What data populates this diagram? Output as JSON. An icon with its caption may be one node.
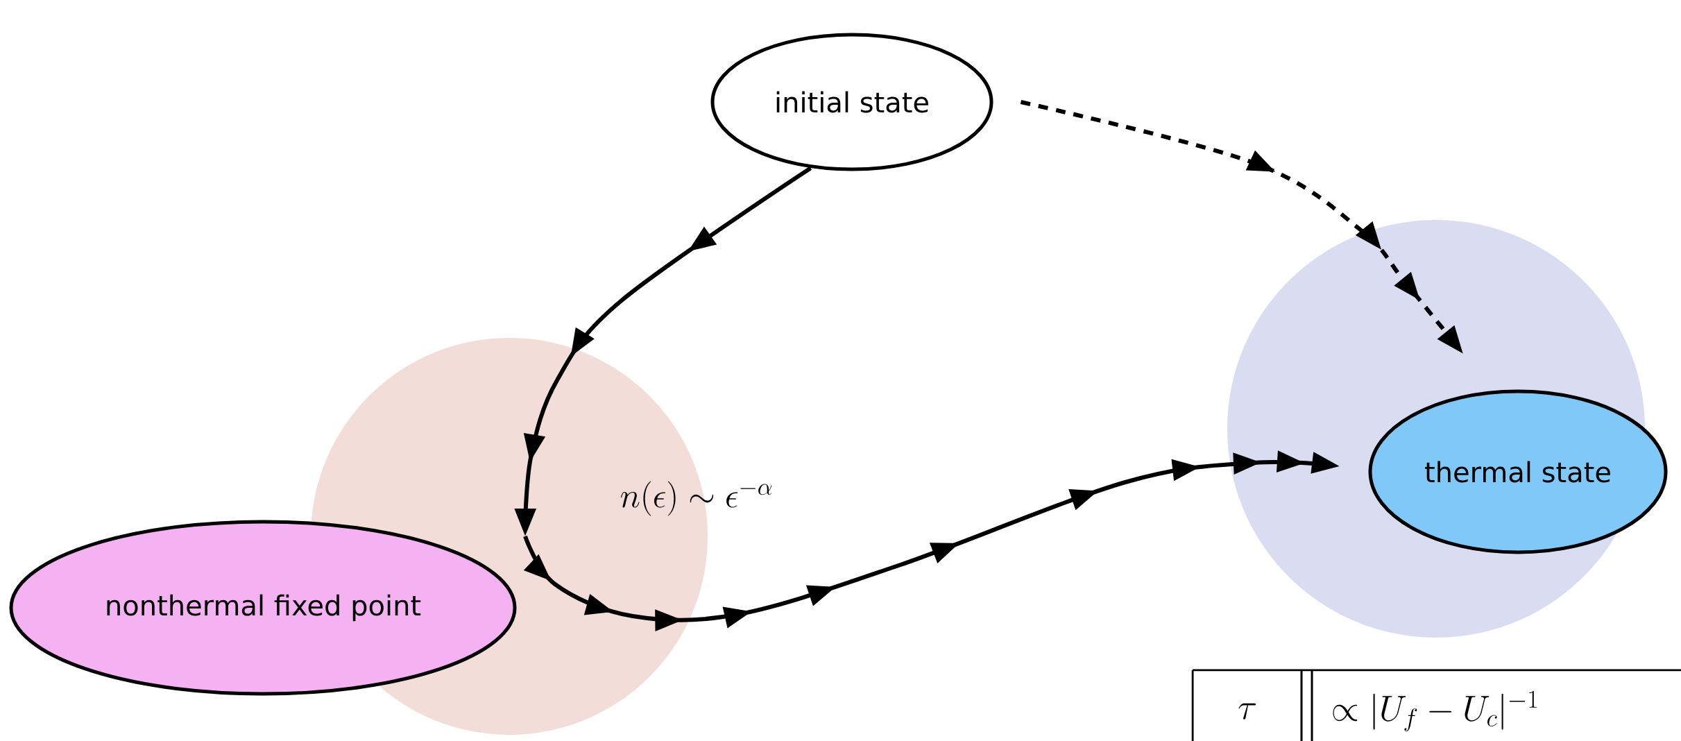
{
  "diagram": {
    "nodes": [
      {
        "text": [
          "initial state"
        ]
      },
      {
        "text": [
          "nonthermal fixed point"
        ]
      },
      {
        "text": [
          "thermal state"
        ]
      },
      {
        "text": [],
        "shape": "circle"
      },
      {
        "text": [],
        "shape": "circle"
      }
    ],
    "edges": [
      {
        "from": 0,
        "to": 3,
        "arrow": "to"
      },
      {
        "from": 3,
        "to": 4,
        "arrow": "to"
      },
      {
        "from": 0,
        "to": 4,
        "arrow": "to",
        "style": "dashed"
      }
    ],
    "labels": [
      "n(\\epsilon) \\sim \\epsilon^{-\\alpha}",
      "\\tau",
      "\\propto |U_f - U_c|^{-1}"
    ]
  }
}
